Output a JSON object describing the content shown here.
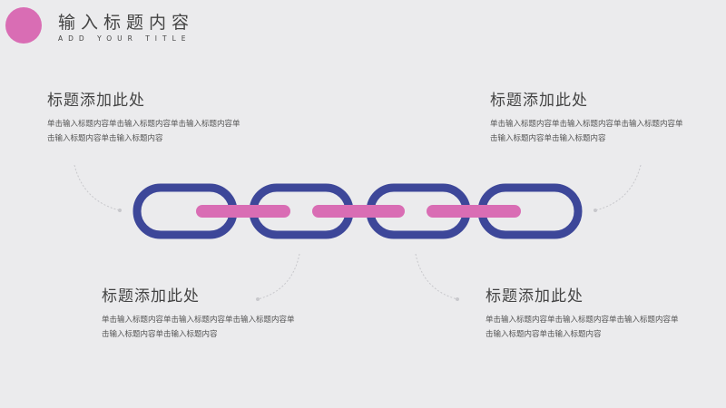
{
  "header": {
    "title": "输入标题内容",
    "subtitle": "ADD YOUR TITLE"
  },
  "blocks": [
    {
      "title": "标题添加此处",
      "body": "单击输入标题内容单击输入标题内容单击输入标题内容单击输入标题内容单击输入标题内容"
    },
    {
      "title": "标题添加此处",
      "body": "单击输入标题内容单击输入标题内容单击输入标题内容单击输入标题内容单击输入标题内容"
    },
    {
      "title": "标题添加此处",
      "body": "单击输入标题内容单击输入标题内容单击输入标题内容单击输入标题内容单击输入标题内容"
    },
    {
      "title": "标题添加此处",
      "body": "单击输入标题内容单击输入标题内容单击输入标题内容单击输入标题内容单击输入标题内容"
    }
  ],
  "colors": {
    "accent_pink": "#d96db4",
    "link_blue": "#3d4799",
    "background": "#ebebed",
    "connector": "#c8c8cc"
  }
}
